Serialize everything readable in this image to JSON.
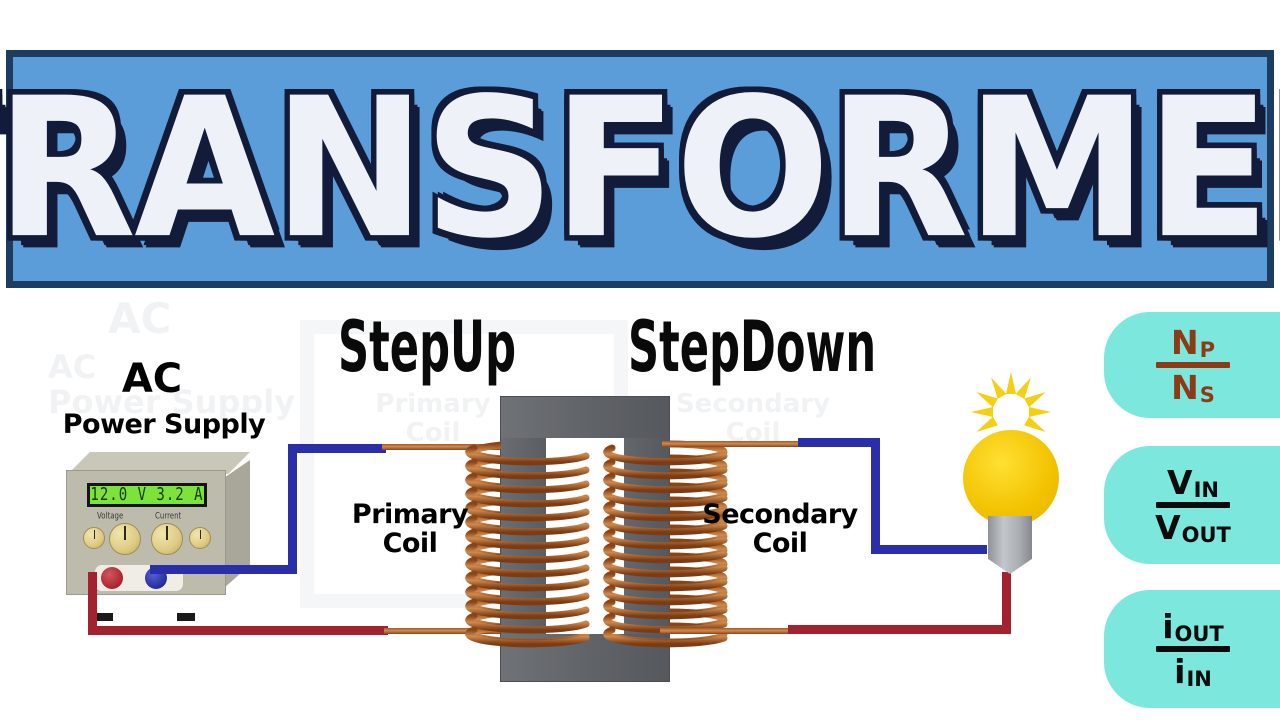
{
  "banner": {
    "title": "TRANSFORMER",
    "background_color": "#5b9dd9",
    "border_color": "#1c3c62",
    "text_color": "#eef1f7",
    "outline_color": "#121c3a"
  },
  "headlines": {
    "step_up": "StepUp",
    "step_down": "StepDown"
  },
  "source": {
    "title": "AC",
    "subtitle": "Power Supply",
    "display_value": "12.0 V  3.2 A",
    "voltage_reading": "12.0 V",
    "current_reading": "3.2 A",
    "knob_labels": {
      "voltage": "Voltage",
      "current": "Current"
    },
    "lcd_color": "#7de23a",
    "jack_red_color": "#a7262f",
    "jack_blue_color": "#242c9e"
  },
  "transformer": {
    "primary_label": "Primary\nCoil",
    "secondary_label": "Secondary\nCoil",
    "core_color": "#62656a",
    "coil_color": "#b5651d",
    "primary_turns": 13,
    "secondary_turns": 13
  },
  "load": {
    "name": "light-bulb",
    "glass_color": "#f2c200",
    "base_color": "#a9acb1",
    "ray_count": 12
  },
  "wires": {
    "blue_color": "#2a2ea8",
    "red_color": "#a32230",
    "copper_color": "#b5651d"
  },
  "formulas": [
    {
      "id": "turns-ratio",
      "numerator": "N",
      "numerator_sub": "P",
      "denominator": "N",
      "denominator_sub": "S",
      "color": "#8c3b16",
      "card_color": "#7ce7dc"
    },
    {
      "id": "voltage-ratio",
      "numerator": "V",
      "numerator_sub": "IN",
      "denominator": "V",
      "denominator_sub": "OUT",
      "color": "#0b0b0b",
      "card_color": "#7ce7dc"
    },
    {
      "id": "current-ratio",
      "numerator": "i",
      "numerator_sub": "OUT",
      "denominator": "i",
      "denominator_sub": "IN",
      "color": "#0b0b0b",
      "card_color": "#7ce7dc"
    }
  ],
  "watermark": {
    "ac": "AC",
    "ac_power_supply": "AC\nPower Supply",
    "primary": "Primary\nCoil",
    "secondary": "Secondary\nCoil"
  }
}
